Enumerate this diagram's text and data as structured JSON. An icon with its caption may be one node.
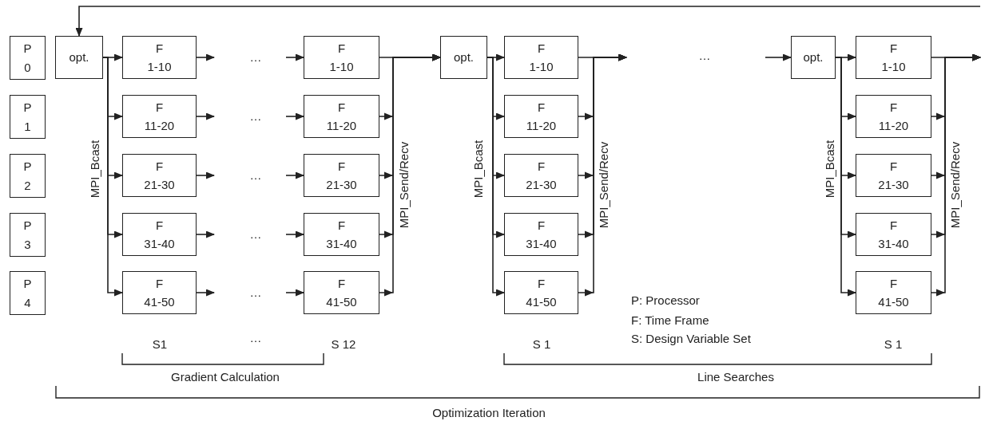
{
  "diagram": {
    "nodes": [
      {
        "text": [
          "P 0"
        ]
      },
      {
        "text": [
          "P 1"
        ]
      },
      {
        "text": [
          "P 2"
        ]
      },
      {
        "text": [
          "P 3"
        ]
      },
      {
        "text": [
          "P 4"
        ]
      },
      {
        "text": [
          "opt."
        ]
      },
      {
        "text": [
          "F 1-10"
        ]
      },
      {
        "text": [
          "F 11-20"
        ]
      },
      {
        "text": [
          "F 21-30"
        ]
      },
      {
        "text": [
          "F 31-40"
        ]
      },
      {
        "text": [
          "F 41-50"
        ]
      },
      {
        "text": [
          "F 1-10"
        ]
      },
      {
        "text": [
          "F 11-20"
        ]
      },
      {
        "text": [
          "F 21-30"
        ]
      },
      {
        "text": [
          "F 31-40"
        ]
      },
      {
        "text": [
          "F 41-50"
        ]
      },
      {
        "text": [
          "opt."
        ]
      },
      {
        "text": [
          "F 1-10"
        ]
      },
      {
        "text": [
          "F 11-20"
        ]
      },
      {
        "text": [
          "F 21-30"
        ]
      },
      {
        "text": [
          "F 31-40"
        ]
      },
      {
        "text": [
          "F 41-50"
        ]
      },
      {
        "text": [
          "opt."
        ]
      },
      {
        "text": [
          "F 1-10"
        ]
      },
      {
        "text": [
          "F 11-20"
        ]
      },
      {
        "text": [
          "F 21-30"
        ]
      },
      {
        "text": [
          "F 31-40"
        ]
      },
      {
        "text": [
          "F 41-50"
        ]
      }
    ],
    "edges": [
      {
        "from": 5,
        "to": 6,
        "arrow": "to"
      },
      {
        "from": 5,
        "to": 7,
        "arrow": "to"
      },
      {
        "from": 5,
        "to": 8,
        "arrow": "to"
      },
      {
        "from": 5,
        "to": 9,
        "arrow": "to"
      },
      {
        "from": 5,
        "to": 10,
        "arrow": "to"
      },
      {
        "from": 6,
        "to": null,
        "arrow": "to"
      },
      {
        "from": 7,
        "to": null,
        "arrow": "to"
      },
      {
        "from": 8,
        "to": null,
        "arrow": "to"
      },
      {
        "from": 9,
        "to": null,
        "arrow": "to"
      },
      {
        "from": 10,
        "to": null,
        "arrow": "to"
      },
      {
        "from": null,
        "to": 11,
        "arrow": "to"
      },
      {
        "from": null,
        "to": 12,
        "arrow": "to"
      },
      {
        "from": null,
        "to": 13,
        "arrow": "to"
      },
      {
        "from": null,
        "to": 14,
        "arrow": "to"
      },
      {
        "from": null,
        "to": 15,
        "arrow": "to"
      },
      {
        "from": 11,
        "to": 16,
        "arrow": "to"
      },
      {
        "from": 12,
        "to": 16,
        "arrow": "to"
      },
      {
        "from": 13,
        "to": 16,
        "arrow": "to"
      },
      {
        "from": 14,
        "to": 16,
        "arrow": "to"
      },
      {
        "from": 15,
        "to": 16,
        "arrow": "to"
      },
      {
        "from": 16,
        "to": 17,
        "arrow": "to"
      },
      {
        "from": 16,
        "to": 18,
        "arrow": "to"
      },
      {
        "from": 16,
        "to": 19,
        "arrow": "to"
      },
      {
        "from": 16,
        "to": 20,
        "arrow": "to"
      },
      {
        "from": 16,
        "to": 21,
        "arrow": "to"
      },
      {
        "from": 17,
        "to": null,
        "arrow": "to"
      },
      {
        "from": 18,
        "to": null,
        "arrow": "to"
      },
      {
        "from": 19,
        "to": null,
        "arrow": "to"
      },
      {
        "from": 20,
        "to": null,
        "arrow": "to"
      },
      {
        "from": 21,
        "to": null,
        "arrow": "to"
      },
      {
        "from": null,
        "to": 22,
        "arrow": "to"
      },
      {
        "from": 22,
        "to": 23,
        "arrow": "to"
      },
      {
        "from": 22,
        "to": 24,
        "arrow": "to"
      },
      {
        "from": 22,
        "to": 25,
        "arrow": "to"
      },
      {
        "from": 22,
        "to": 26,
        "arrow": "to"
      },
      {
        "from": 22,
        "to": 27,
        "arrow": "to"
      },
      {
        "from": 23,
        "to": null,
        "arrow": "to"
      },
      {
        "from": 24,
        "to": null,
        "arrow": "to"
      },
      {
        "from": 25,
        "to": null,
        "arrow": "to"
      },
      {
        "from": 26,
        "to": null,
        "arrow": "to"
      },
      {
        "from": 27,
        "to": null,
        "arrow": "to"
      },
      {
        "from": null,
        "to": 5,
        "arrow": "to"
      }
    ],
    "labels": [
      "…",
      "…",
      "…",
      "…",
      "…",
      "…",
      "MPI_Bcast",
      "MPI_Send/Recv",
      "MPI_Bcast",
      "MPI_Send/Recv",
      "MPI_Bcast",
      "MPI_Send/Recv",
      "P: Processor",
      "F: Time Frame",
      "S: Design Variable Set",
      "S1",
      "…",
      "S 12",
      "S 1",
      "S 1",
      "Gradient Calculation",
      "Line Searches",
      "Optimization Iteration"
    ]
  }
}
